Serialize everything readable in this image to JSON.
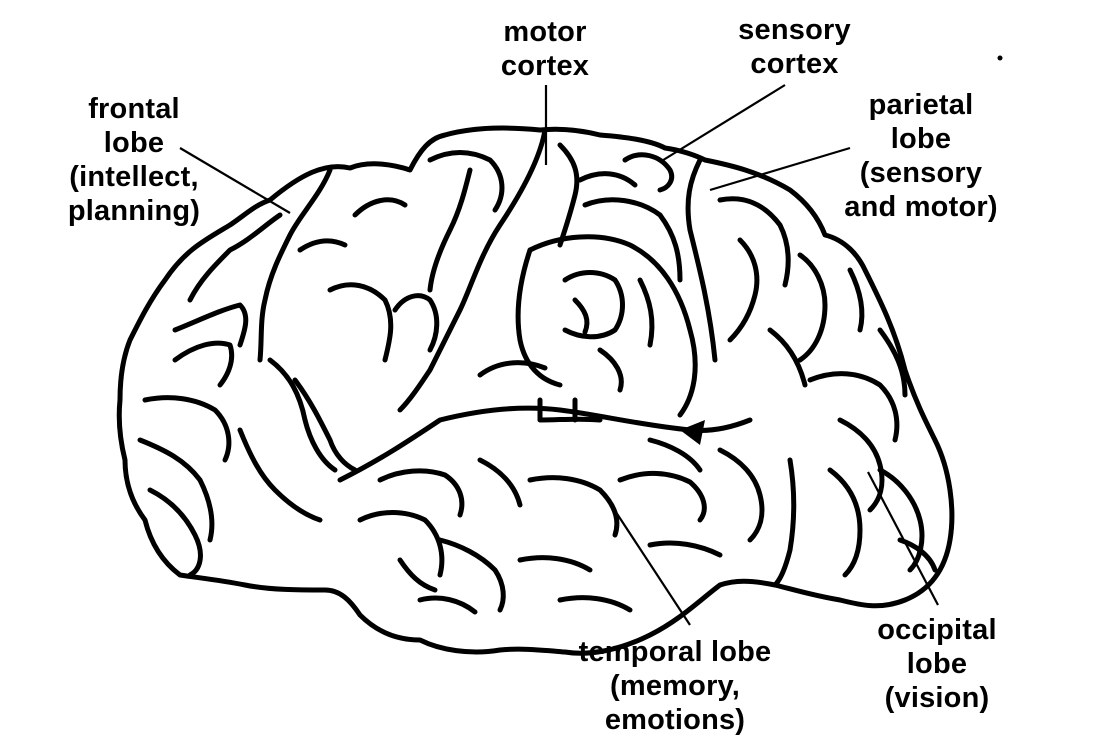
{
  "diagram": {
    "subject": "brain",
    "labels": {
      "frontal": [
        "frontal",
        "lobe",
        "(intellect,",
        "planning)"
      ],
      "motor": [
        "motor",
        "cortex"
      ],
      "sensory": [
        "sensory",
        "cortex"
      ],
      "parietal": [
        "parietal",
        "lobe",
        "(sensory",
        "and motor)"
      ],
      "temporal": [
        "temporal lobe",
        "(memory,",
        "emotions)"
      ],
      "occipital": [
        "occipital",
        "lobe",
        "(vision)"
      ]
    }
  }
}
